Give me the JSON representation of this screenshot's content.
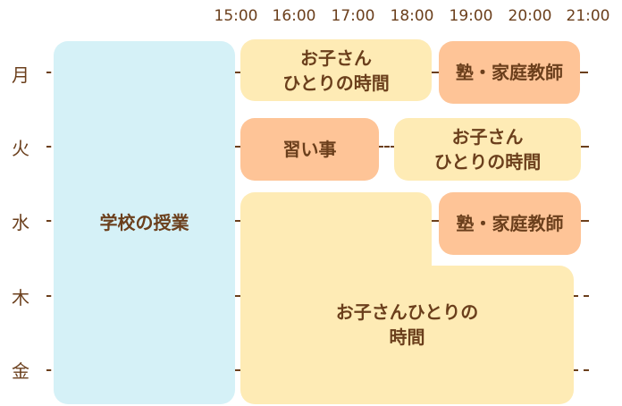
{
  "colors": {
    "school": "#d5f1f7",
    "alone": "#feebb5",
    "lesson": "#fec497",
    "text": "#6b3f1c"
  },
  "time_axis": [
    "15:00",
    "16:00",
    "17:00",
    "18:00",
    "19:00",
    "20:00",
    "21:00"
  ],
  "days": [
    "月",
    "火",
    "水",
    "木",
    "金"
  ],
  "blocks": {
    "school": "学校の授業",
    "mon_alone": "お子さん\nひとりの時間",
    "mon_juku": "塾・家庭教師",
    "tue_lesson": "習い事",
    "tue_alone": "お子さん\nひとりの時間",
    "wed_juku": "塾・家庭教師",
    "wed_fri_alone": "お子さんひとりの\n時間"
  }
}
